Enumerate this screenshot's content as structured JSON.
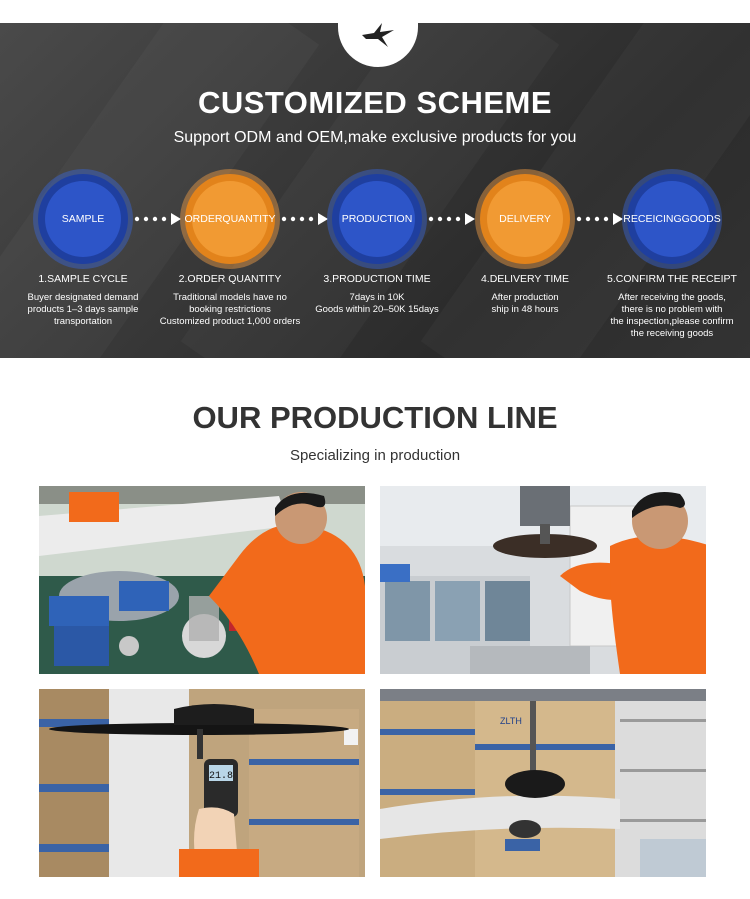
{
  "scheme": {
    "title": "CUSTOMIZED SCHEME",
    "subtitle": "Support ODM and OEM,make exclusive products for you",
    "steps": [
      {
        "label": "SAMPLE",
        "label2": "",
        "color": "blue",
        "title": "1.SAMPLE CYCLE",
        "desc": [
          "Buyer designated demand",
          "products 1–3 days sample",
          "transportation"
        ]
      },
      {
        "label": "ORDER",
        "label2": "QUANTITY",
        "color": "orange",
        "title": "2.ORDER QUANTITY",
        "desc": [
          "Traditional models have no",
          "booking restrictions",
          "Customized product 1,000 orders"
        ]
      },
      {
        "label": "PRODUCTION",
        "label2": "",
        "color": "blue",
        "title": "3.PRODUCTION TIME",
        "desc": [
          "7days in 10K",
          "Goods within 20–50K 15days"
        ]
      },
      {
        "label": "DELIVERY",
        "label2": "",
        "color": "orange",
        "title": "4.DELIVERY TIME",
        "desc": [
          "After production",
          "ship in 48 hours"
        ]
      },
      {
        "label": "RECEICING",
        "label2": "GOODS",
        "color": "blue",
        "title": "5.CONFIRM THE RECEIPT",
        "desc": [
          "After receiving the goods,",
          "there is no problem with",
          "the inspection,please confirm",
          "the receiving goods"
        ]
      }
    ],
    "colors": {
      "blue": "#2d55c8",
      "orange": "#f19a33",
      "background": "#3a3a3a"
    }
  },
  "production": {
    "title": "OUR PRODUCTION LINE",
    "subtitle": "Specializing in production",
    "photos": [
      {
        "name": "assembly-worker-photo"
      },
      {
        "name": "fan-testing-machine-photo"
      },
      {
        "name": "speed-measurement-photo"
      },
      {
        "name": "warehouse-fan-test-photo",
        "box_text": "ZLTH"
      }
    ],
    "meter_reading": "21.8"
  }
}
